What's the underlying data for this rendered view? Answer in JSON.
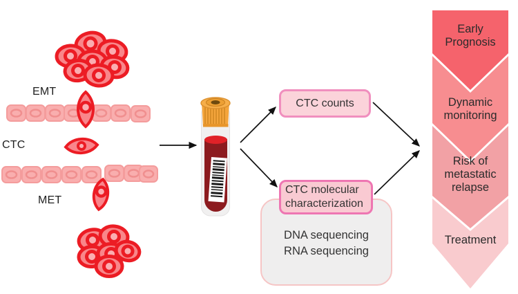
{
  "figure": {
    "labels": {
      "emt": "EMT",
      "ctc": "CTC",
      "met": "MET"
    },
    "boxes": {
      "ctc_counts": "CTC counts",
      "ctc_molecular": "CTC molecular\ncharacterization",
      "sequencing": "DNA sequencing\nRNA sequencing"
    },
    "chevrons": [
      {
        "label": "Early\nPrognosis",
        "color": "#f5636c"
      },
      {
        "label": "Dynamic\nmonitoring",
        "color": "#f78d90"
      },
      {
        "label": "Risk of\nmetastatic\nrelapse",
        "color": "#f2a1a5"
      },
      {
        "label": "Treatment",
        "color": "#f9cbce"
      }
    ],
    "palette": {
      "tumor_cell_border": "#ec1c24",
      "tumor_cell_fill": "#f9868a",
      "epithelial_cell_fill": "#f9aeae",
      "epithelial_cell_border": "#f29b9b",
      "counts_box_border": "#f08fbe",
      "counts_box_fill": "#fbd3da",
      "molecular_box_border": "#ee76b2",
      "molecular_box_fill": "#f9cad2",
      "sequencing_box_fill": "#efeeee",
      "sequencing_box_border": "#f6c5c5",
      "blood": "#8c1b1f",
      "tube_cap": "#f4a53c",
      "arrow": "#111111"
    }
  }
}
